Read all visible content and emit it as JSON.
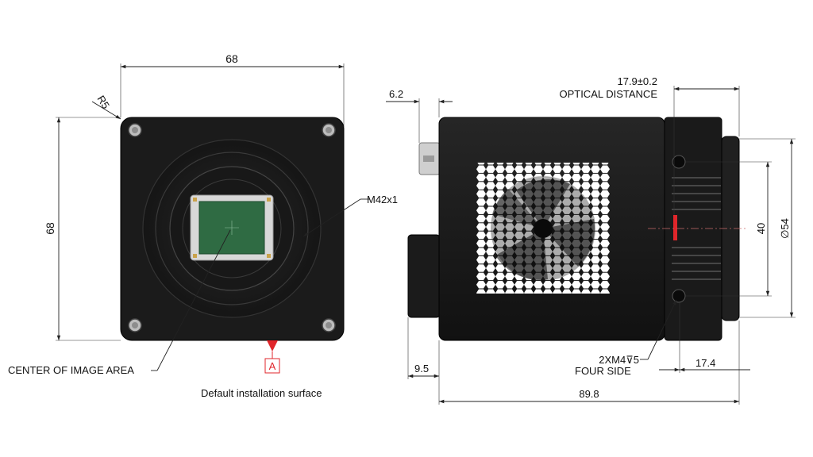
{
  "front_view": {
    "width_label": "68",
    "height_label": "68",
    "radius_label": "R5",
    "mount_label": "M42x1",
    "center_label": "CENTER OF IMAGE AREA",
    "datum_label": "A",
    "surface_label": "Default installation surface"
  },
  "side_view": {
    "connector_offset_label": "6.2",
    "optical_distance_value": "17.9±0.2",
    "optical_distance_label": "OPTICAL DISTANCE",
    "hole_spacing_label": "40",
    "lens_diameter_label": "∅54",
    "thread_label": "2XM4⊽5",
    "thread_sides_label": "FOUR SIDE",
    "rear_offset_label": "9.5",
    "front_length_label": "17.4",
    "total_length_label": "89.8"
  },
  "colors": {
    "body": "#1b1b1b",
    "sensor": "#2f6b43",
    "sensor_frame": "#d8d8d8",
    "sensor_corner": "#c9a24a",
    "datum_marker": "#e0262b",
    "center_line": "#c86a6a"
  }
}
